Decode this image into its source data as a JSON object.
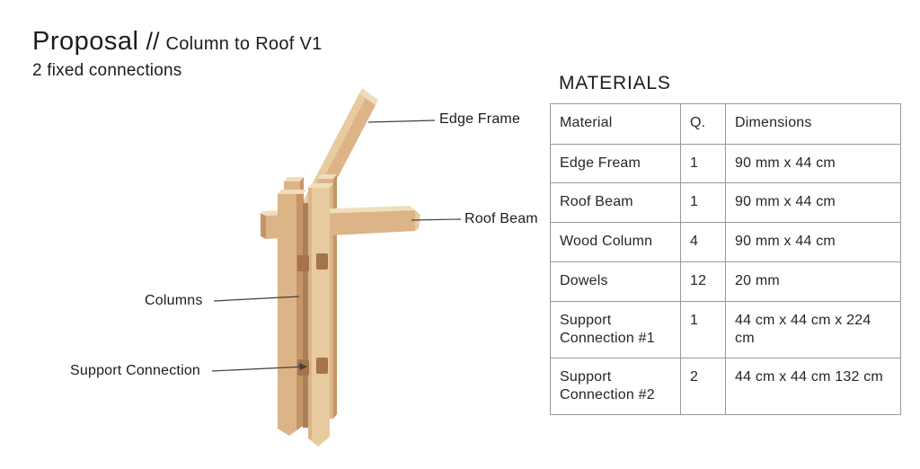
{
  "page": {
    "title_main": "Proposal",
    "title_separator": "//",
    "title_detail": "Column to Roof V1",
    "subtitle": "2 fixed connections"
  },
  "diagram": {
    "labels": {
      "edge_frame": "Edge Frame",
      "roof_beam": "Roof Beam",
      "columns": "Columns",
      "support_connection": "Support Connection"
    },
    "leader_color": "#3f3f3f",
    "wood_colors": {
      "top_light": "#f0ddbc",
      "face_light": "#e7cb9f",
      "face_mid": "#dcb488",
      "face_dark": "#c49566",
      "shadow": "#a9805a",
      "dowel": "#a5734c"
    }
  },
  "materials": {
    "heading": "MATERIALS",
    "columns": {
      "material": "Material",
      "qty": "Q.",
      "dimensions": "Dimensions"
    },
    "rows": [
      {
        "material": "Edge Fream",
        "qty": "1",
        "dimensions": "90 mm x 44 cm"
      },
      {
        "material": "Roof Beam",
        "qty": "1",
        "dimensions": "90 mm x 44 cm"
      },
      {
        "material": "Wood Column",
        "qty": "4",
        "dimensions": "90 mm x 44 cm"
      },
      {
        "material": "Dowels",
        "qty": "12",
        "dimensions": "20 mm"
      },
      {
        "material": "Support Connection #1",
        "qty": "1",
        "dimensions": "44 cm x 44 cm x 224 cm"
      },
      {
        "material": "Support Connection #2",
        "qty": "2",
        "dimensions": "44 cm x 44 cm 132 cm"
      }
    ]
  },
  "colors": {
    "background": "#ffffff",
    "text": "#1c1c1c",
    "table_border": "#999999"
  }
}
